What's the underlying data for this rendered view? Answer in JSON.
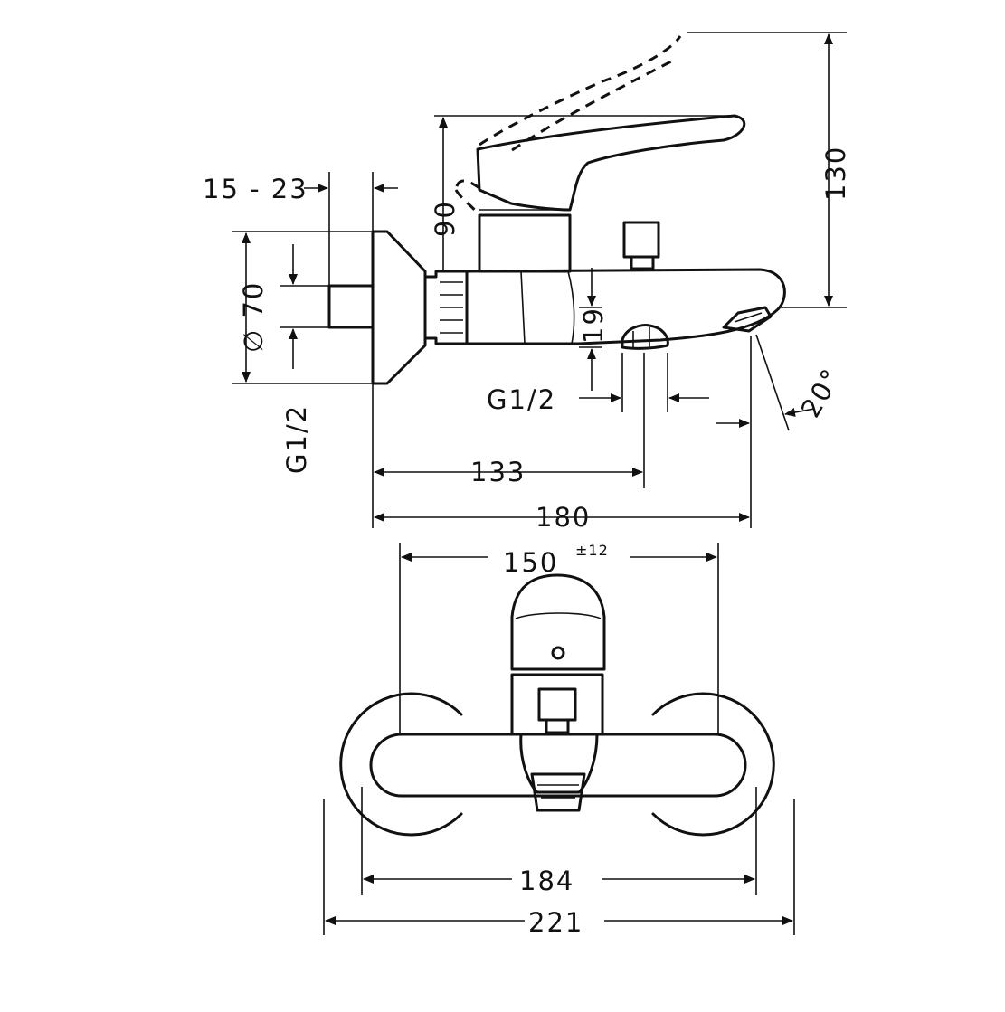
{
  "dimensions": {
    "side_view": {
      "wall_depth": "15 - 23",
      "flange_diameter": "∅ 70",
      "connection_height": "90",
      "total_height": "130",
      "spout_to_outlet": "19",
      "outlet_thread": "G1/2",
      "inlet_thread": "G1/2",
      "projection_outlet": "133",
      "projection_total": "180",
      "outlet_angle": "20°"
    },
    "front_view": {
      "centers": "150",
      "centers_tolerance": "±12",
      "width_inner": "184",
      "width_total": "221"
    }
  },
  "colors": {
    "line": "#111111",
    "background": "#ffffff"
  }
}
